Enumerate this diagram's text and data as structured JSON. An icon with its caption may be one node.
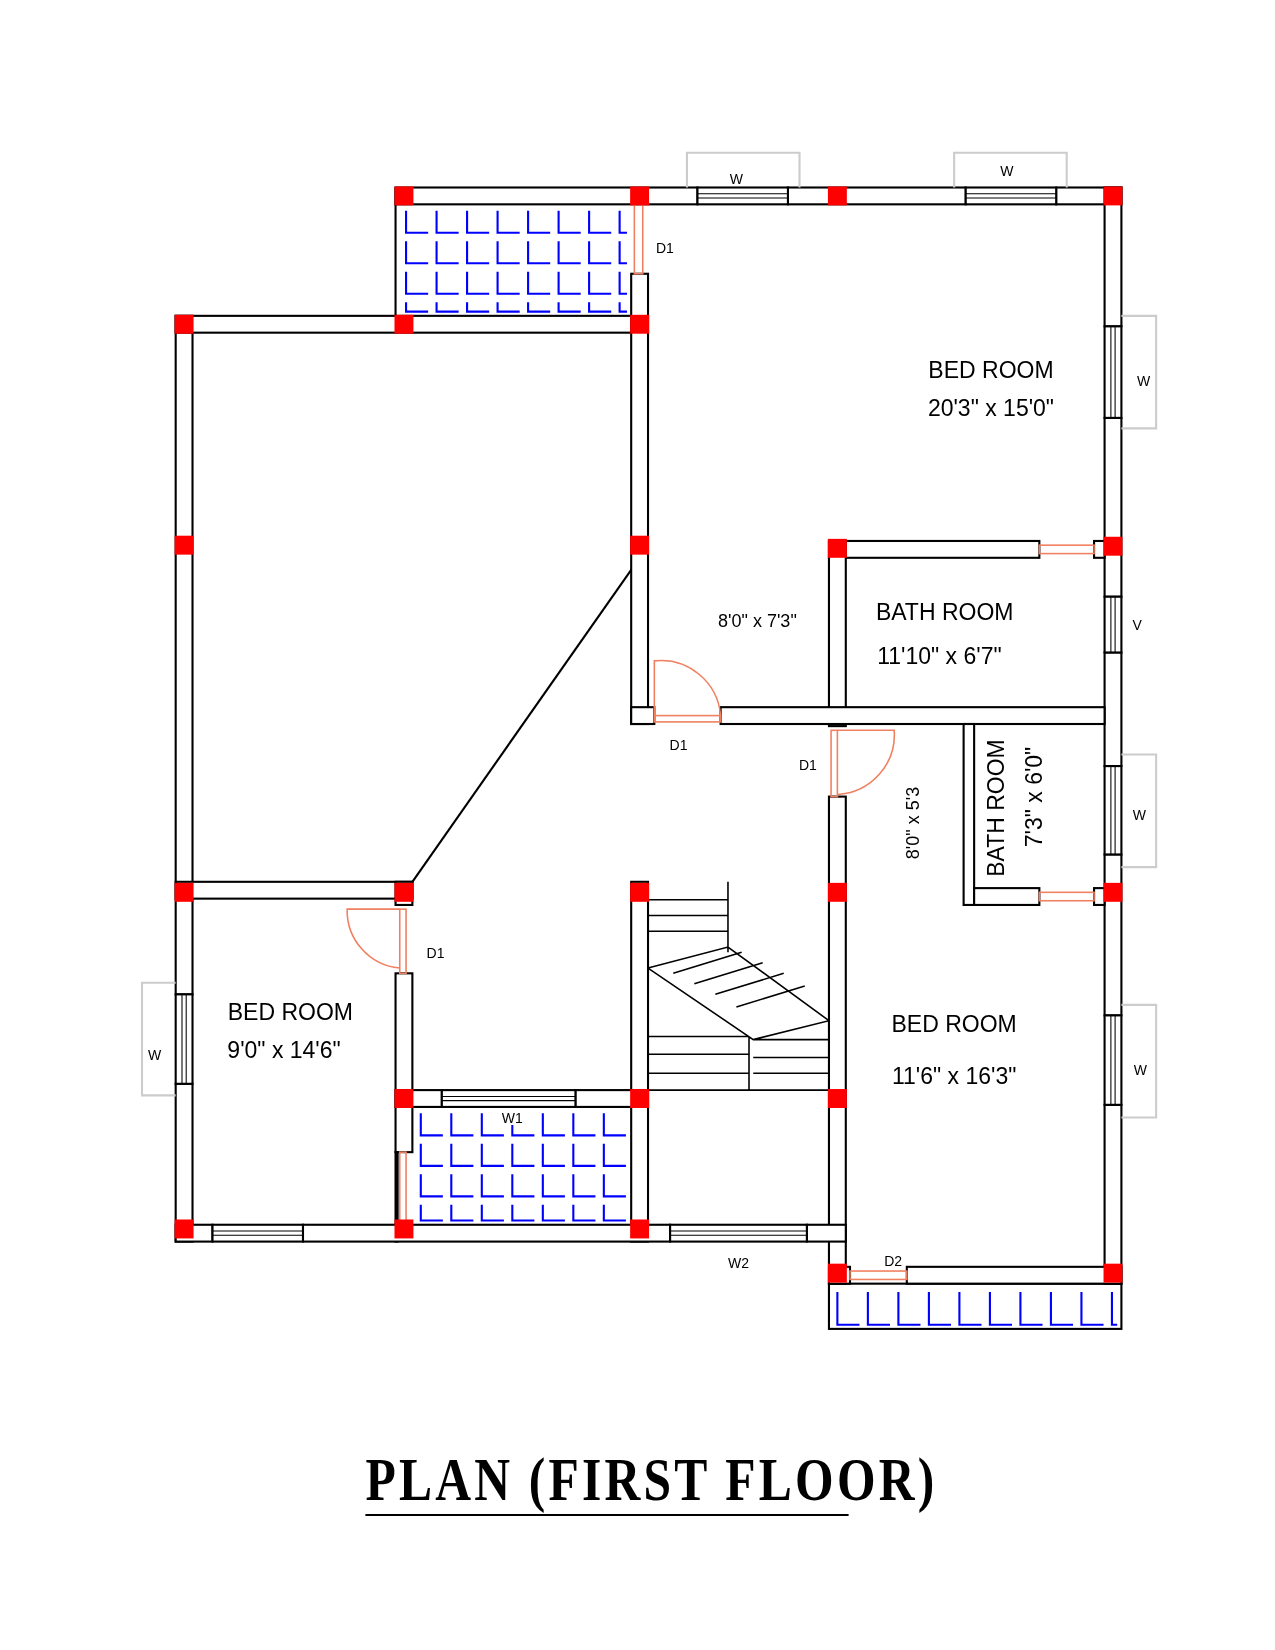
{
  "diagram": {
    "title": "PLAN (FIRST FLOOR)",
    "labels": [
      "W",
      "W",
      "D1",
      "BED ROOM",
      "20'3\" x 15'0\"",
      "W",
      "8'0\" x 7'3\"",
      "BATH ROOM",
      "11'10\" x 6'7\"",
      "V",
      "D1",
      "D1",
      "BATH ROOM",
      "7'3\" x 6'0\"",
      "8'0\" x 5'3",
      "W",
      "D1",
      "BED ROOM",
      "9'0\" x 14'6\"",
      "BED ROOM",
      "W",
      "11'6\" x 16'3\"",
      "W",
      "W1",
      "D2",
      "W2"
    ]
  }
}
